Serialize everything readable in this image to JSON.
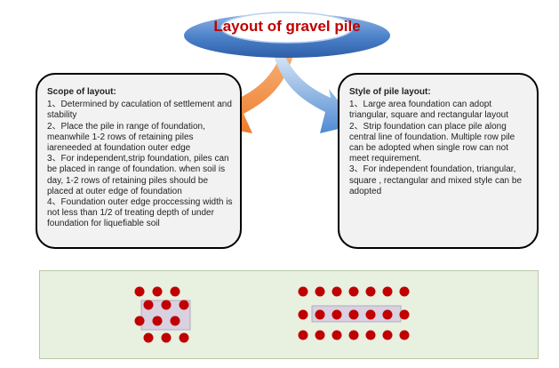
{
  "title": "Layout of gravel pile",
  "colors": {
    "title_text": "#c00000",
    "ellipse": "#4a80c8",
    "arrow_left": "#f08a3c",
    "arrow_right": "#5b94d6",
    "pile_dot": "#c00000",
    "foundation": "#d9d0e0",
    "panel_bg": "#e8f0e0"
  },
  "scope": {
    "heading": "Scope of layout:",
    "items": [
      "1、Determined by caculation of settlement and stability",
      "2、Place the pile in range of foundation, meanwhile 1-2 rows of retaining piles iareneeded at foundation outer edge",
      "3、For independent,strip foundation, piles can be placed in range of foundation. when soil is day, 1-2 rows of retaining piles should be placed at outer edge of foundation",
      "4、Foundation outer edge proccessing width is not less than 1/2 of  treating depth of under foundation for liquefiable soil"
    ]
  },
  "style": {
    "heading": "Style of pile layout:",
    "items": [
      "1、Large area foundation can adopt triangular, square and rectangular layout",
      "2、Strip foundation can place pile along central line of foundation. Multiple row pile can be adopted when single row can not meet requirement.",
      "3、For independent foundation, triangular, square , rectangular and mixed style can be adopted"
    ]
  }
}
